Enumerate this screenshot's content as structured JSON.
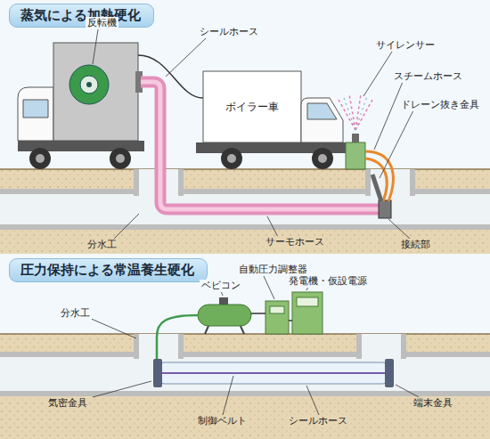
{
  "diagram": {
    "nodes": [
      {
        "text": [
          "蒸気による加熱硬化"
        ]
      },
      {
        "text": [
          "ボイラー車"
        ]
      },
      {
        "text": [
          "圧力保持による常温養生硬化"
        ]
      }
    ],
    "labels": [
      "反転機",
      "シールホース",
      "サイレンサー",
      "スチームホース",
      "ドレーン抜き金具",
      "分水工",
      "サーモホース",
      "接続部",
      "自動圧力調整器",
      "ベビコン",
      "発電機・仮設電源",
      "分水工",
      "気密金具",
      "制御ベルト",
      "シールホース",
      "端末金具"
    ]
  }
}
